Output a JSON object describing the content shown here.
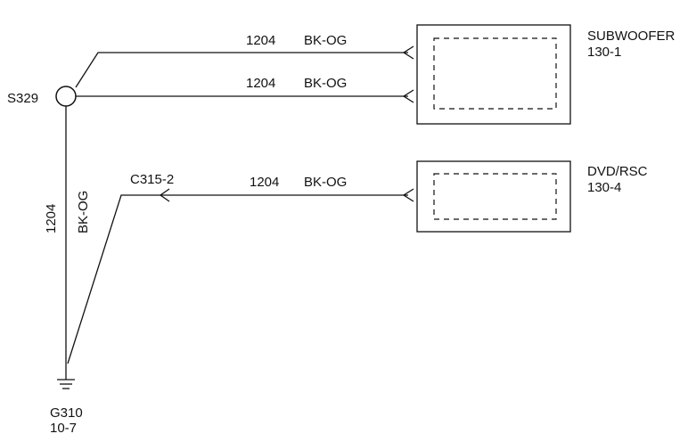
{
  "splice": {
    "id": "S329"
  },
  "ground": {
    "id": "G310",
    "ref": "10-7"
  },
  "connector": {
    "id": "C315-2"
  },
  "components": [
    {
      "name": "SUBWOOFER",
      "ref": "130-1"
    },
    {
      "name": "DVD/RSC",
      "ref": "130-4"
    }
  ],
  "wires": [
    {
      "circuit": "1204",
      "color": "BK-OG"
    },
    {
      "circuit": "1204",
      "color": "BK-OG"
    },
    {
      "circuit": "1204",
      "color": "BK-OG"
    },
    {
      "circuit": "1204",
      "color": "BK-OG"
    }
  ]
}
